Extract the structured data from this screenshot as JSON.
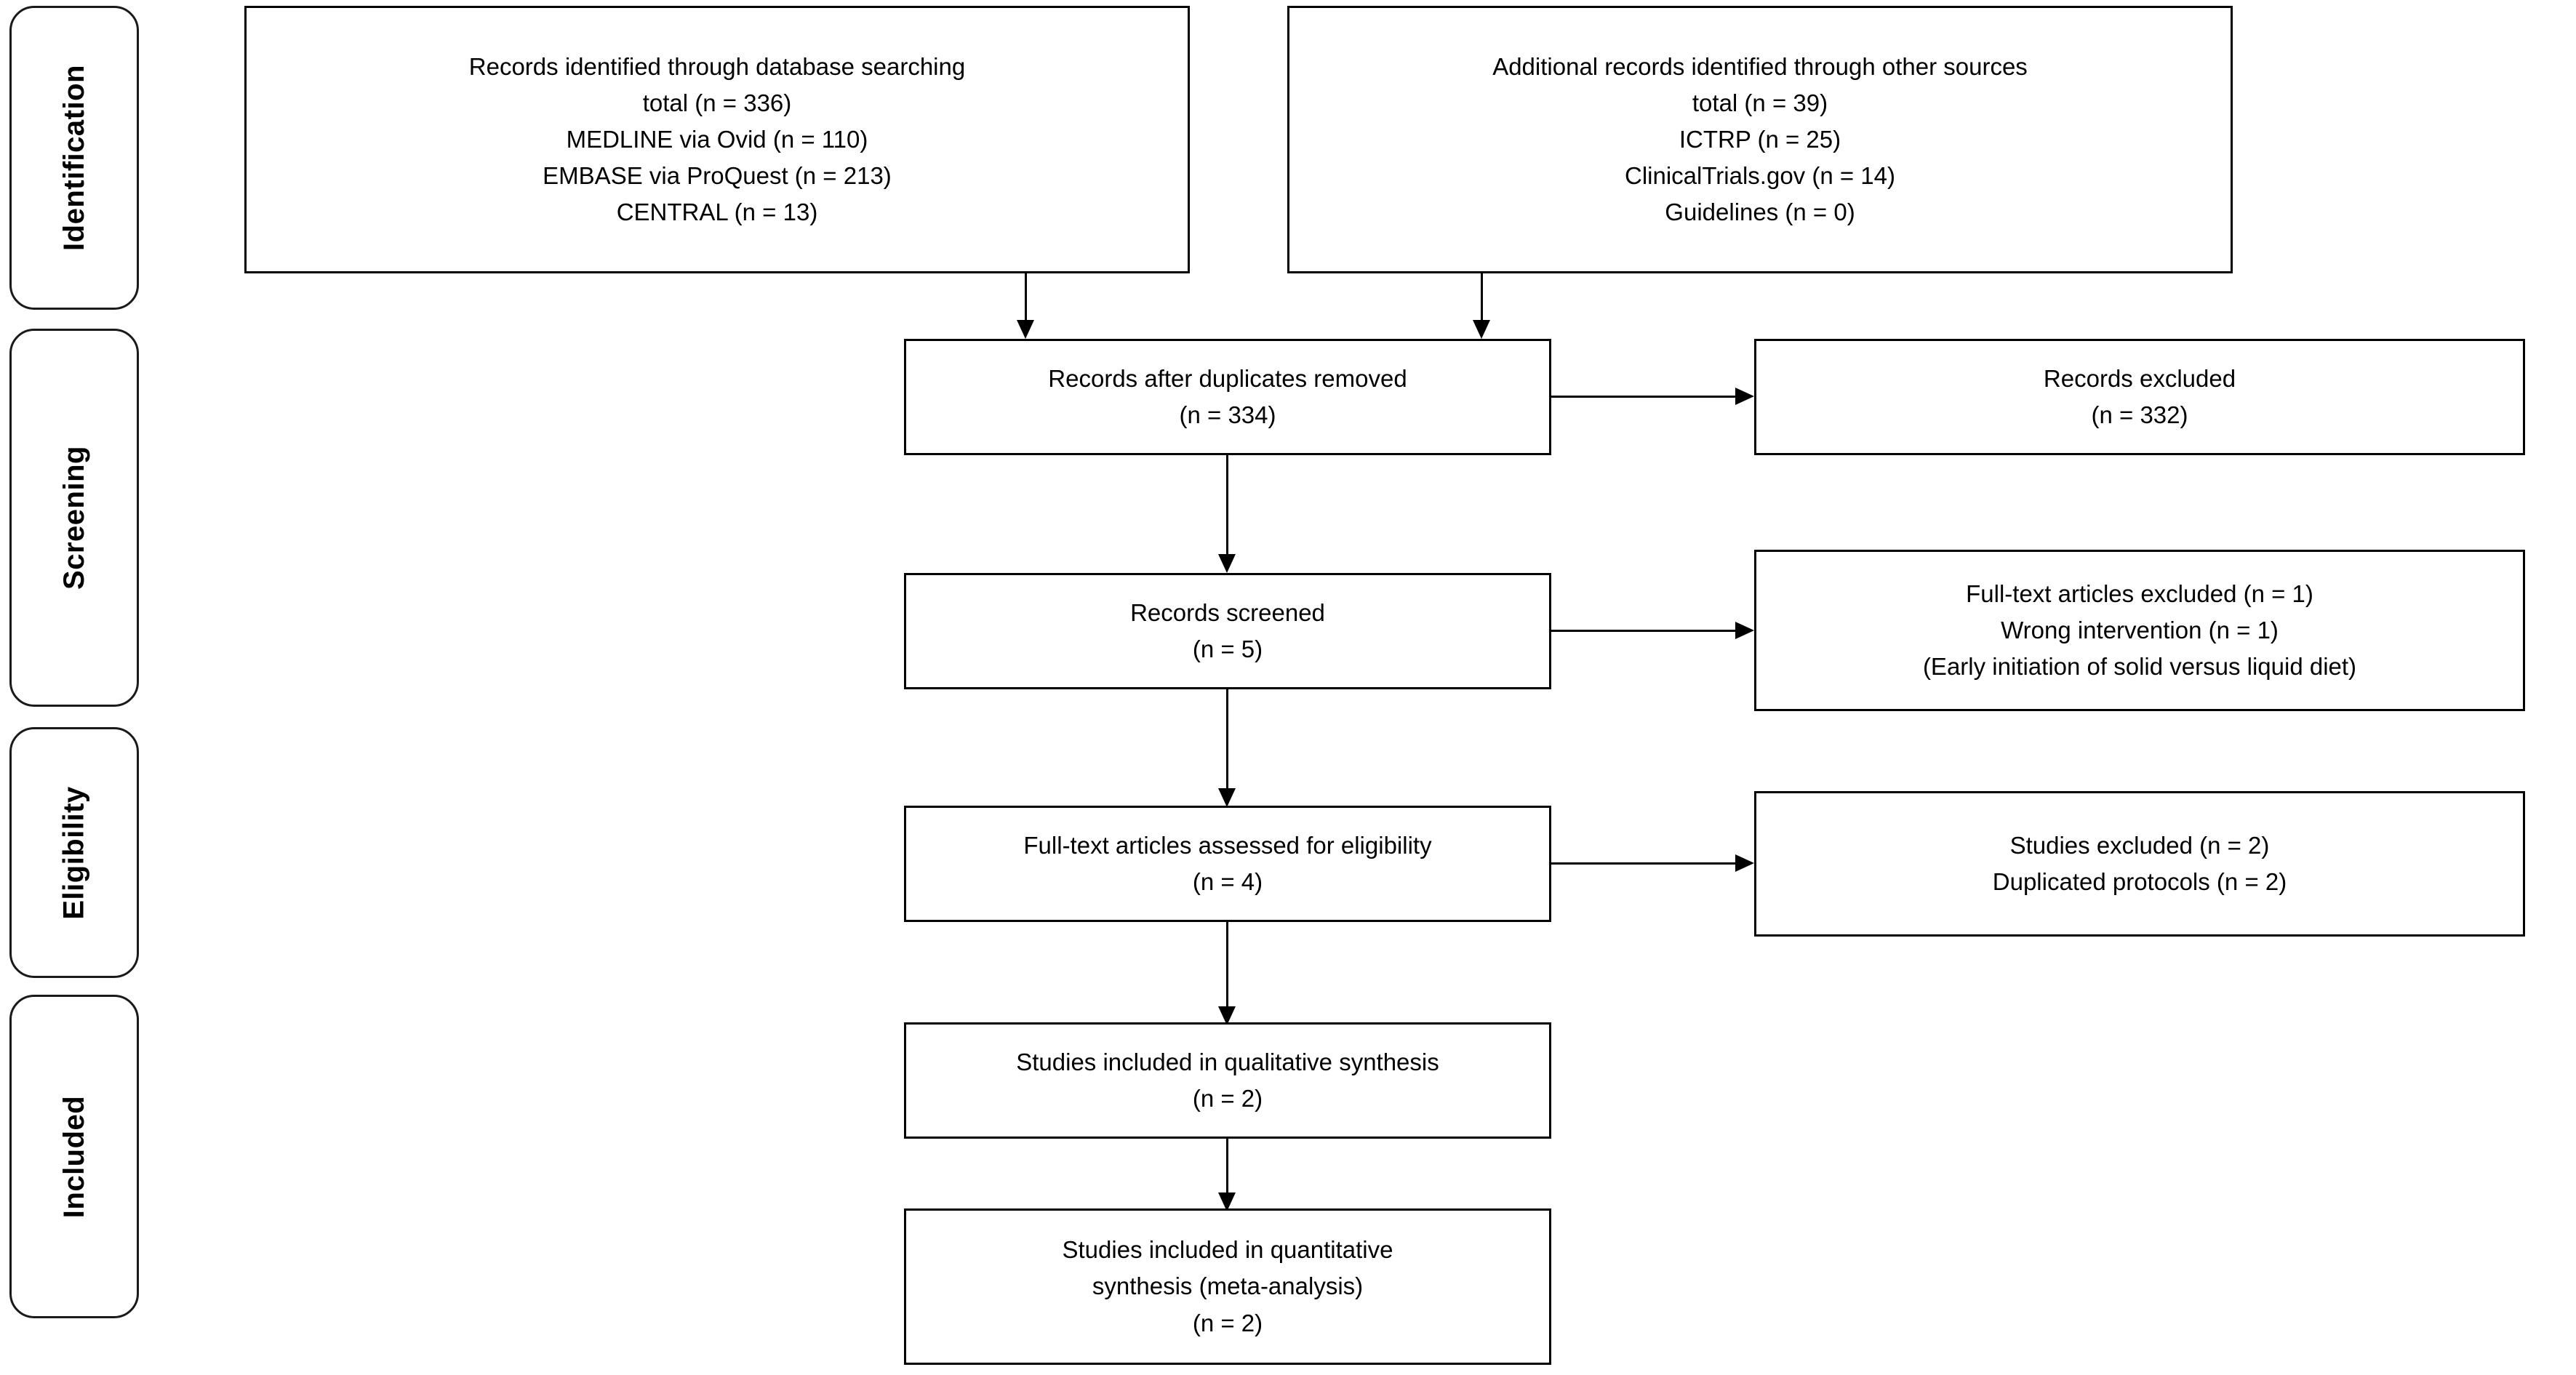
{
  "diagram": {
    "type": "prisma-flow-diagram",
    "stages": [
      {
        "id": "identification",
        "label": "Identification"
      },
      {
        "id": "screening",
        "label": "Screening"
      },
      {
        "id": "eligibility",
        "label": "Eligibility"
      },
      {
        "id": "included",
        "label": "Included"
      }
    ],
    "boxes": {
      "database_searching": {
        "lines": [
          "Records identified through  database searching",
          "total (n = 336)",
          "MEDLINE via Ovid (n = 110)",
          "EMBASE via ProQuest (n = 213)",
          "CENTRAL (n = 13)"
        ]
      },
      "other_sources": {
        "lines": [
          "Additional records identified through  other sources",
          "total (n = 39)",
          "ICTRP (n = 25)",
          "ClinicalTrials.gov (n = 14)",
          "Guidelines (n = 0)"
        ]
      },
      "duplicates_removed": {
        "lines": [
          "Records after duplicates removed",
          "(n = 334)"
        ]
      },
      "records_excluded": {
        "lines": [
          "Records excluded",
          "(n = 332)"
        ]
      },
      "records_screened": {
        "lines": [
          "Records screened",
          "(n = 5)"
        ]
      },
      "fulltext_excluded": {
        "lines": [
          "Full-text  articles excluded (n = 1)",
          "Wrong intervention  (n = 1)",
          "(Early initiation of solid versus  liquid diet)"
        ]
      },
      "fulltext_assessed": {
        "lines": [
          "Full-text  articles assessed for eligibility",
          "(n = 4)"
        ]
      },
      "studies_excluded": {
        "lines": [
          "Studies excluded (n = 2)",
          "Duplicated protocols (n = 2)"
        ]
      },
      "qualitative_synthesis": {
        "lines": [
          "Studies included in qualitative synthesis",
          "(n = 2)"
        ]
      },
      "quantitative_synthesis": {
        "lines": [
          "Studies included in quantitative",
          "synthesis  (meta-analysis)",
          "(n = 2)"
        ]
      }
    },
    "colors": {
      "line": "#000000",
      "stage_border": "#1a1a1a",
      "background": "#ffffff"
    }
  }
}
